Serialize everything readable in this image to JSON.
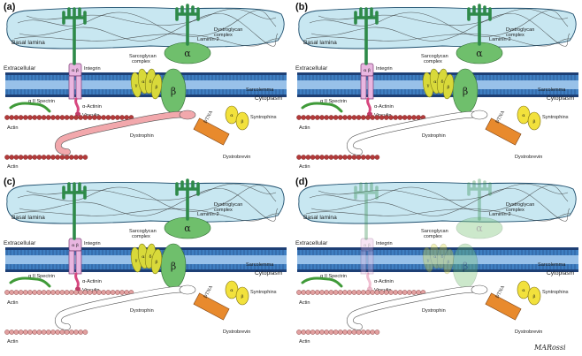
{
  "labels": {
    "basal_lamina": "Basal lamina",
    "extracellular": "Extracellular",
    "cytoplasm": "Cytoplasm",
    "sarcolemma": "Sarcolemma",
    "laminin2": "Laminin-2",
    "dystroglycan_complex": [
      "Dystroglycan",
      "complex"
    ],
    "sarcoglycan_complex": [
      "Sarcoglycan",
      "complex"
    ],
    "integrin": "Integrin",
    "alpha_actinin": "α-Actinin",
    "vinculin": "Vinculin",
    "spectrin": "α II Spectrin",
    "actin": "Actin",
    "dystrophin": "Dystrophin",
    "syntrophins": "Syntrophins",
    "dystrobrevin": "Dystrobrevin",
    "alpha": "α",
    "beta": "β",
    "integrin_alpha": "α",
    "integrin_beta": "β",
    "sg_letters": [
      "γ",
      "α",
      "δ",
      "β"
    ],
    "syn_letters": [
      "α",
      "β"
    ],
    "dtna": "DTNA"
  },
  "panels": [
    {
      "id": "a",
      "letter": "(a)",
      "dystrophin": "full",
      "sarcoglycan": "normal",
      "dystroglycan": "normal",
      "actin": "normal",
      "laminin": "normal",
      "integrin": "normal"
    },
    {
      "id": "b",
      "letter": "(b)",
      "dystrophin": "absent",
      "sarcoglycan": "normal",
      "dystroglycan": "normal",
      "actin": "normal",
      "laminin": "normal",
      "integrin": "normal"
    },
    {
      "id": "c",
      "letter": "(c)",
      "dystrophin": "absent",
      "sarcoglycan": "normal",
      "dystroglycan": "normal",
      "actin": "reduced",
      "laminin": "normal",
      "integrin": "normal"
    },
    {
      "id": "d",
      "letter": "(d)",
      "dystrophin": "absent",
      "sarcoglycan": "reduced",
      "dystroglycan": "reduced",
      "actin": "reduced",
      "laminin": "reduced",
      "integrin": "reduced"
    }
  ],
  "signature": "MARossi",
  "colors": {
    "lamina_fill": "#c8e7f1",
    "lamina_stroke": "#1f4f6e",
    "membrane_blue": "#3f7fc2",
    "membrane_light": "#a8cdf0",
    "membrane_dark": "#1d3f75",
    "laminin": "#2e8a49",
    "dystroglycan": "#6fbf6c",
    "sarcoglycan": "#d8d93a",
    "integrin": "#e9b6e0",
    "actin": "#b33a3a",
    "actin_reduced": "#e2a0a0",
    "dystrophin": "#f2a8ac",
    "dystrophin_absent": "#ffffff",
    "dtna": "#e88a2d",
    "syntrophin": "#f2e13c",
    "spectrin": "#3f9a38"
  }
}
